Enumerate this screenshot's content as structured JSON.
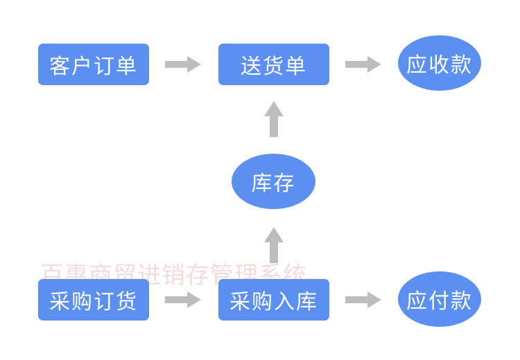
{
  "watermark": "百惠商贸进销存管理系统",
  "colors": {
    "node_fill": "#5b8ff0",
    "node_text": "#ffffff",
    "arrow": "#bdbdbd",
    "watermark": "#f3d6d6"
  },
  "nodes": {
    "customer_order": "客户订单",
    "delivery_note": "送货单",
    "receivable": "应收款",
    "inventory": "库存",
    "purchase_order": "采购订货",
    "purchase_receipt": "采购入库",
    "payable": "应付款"
  }
}
